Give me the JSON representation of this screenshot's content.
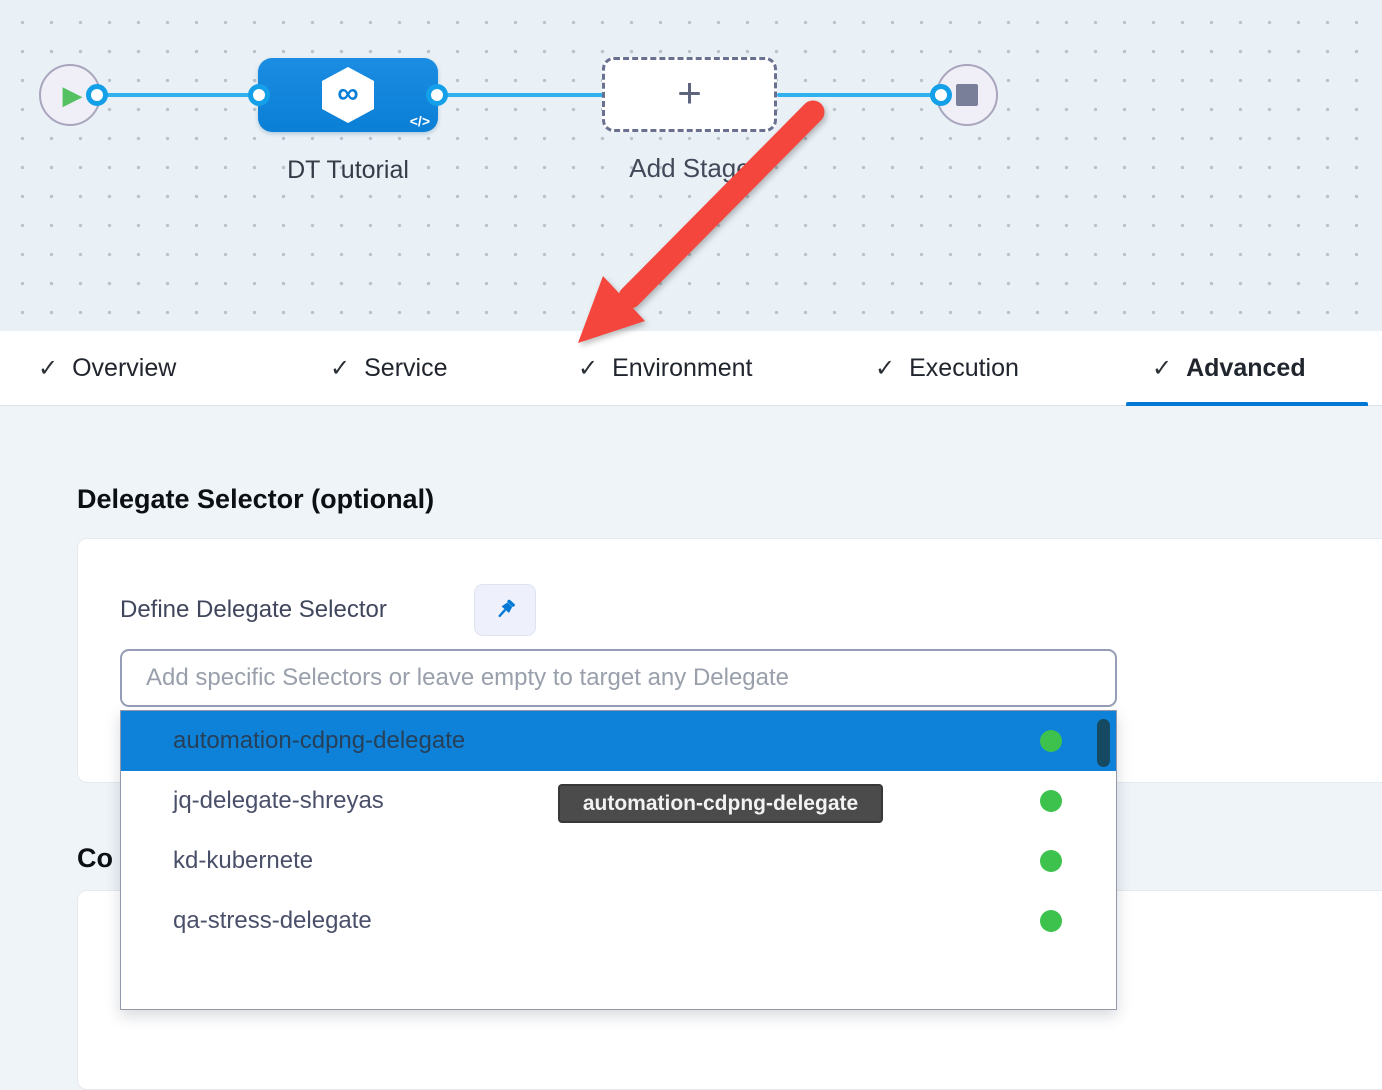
{
  "pipeline": {
    "stage_label": "DT Tutorial",
    "add_stage_label": "Add Stage",
    "icons": {
      "play": "▶",
      "plus": "+",
      "infinity": "∞",
      "code": "</>"
    }
  },
  "tabs": {
    "check_glyph": "✓",
    "active": "Advanced",
    "items": [
      {
        "label": "Overview",
        "checked": true
      },
      {
        "label": "Service",
        "checked": true
      },
      {
        "label": "Environment",
        "checked": true
      },
      {
        "label": "Execution",
        "checked": true
      },
      {
        "label": "Advanced",
        "checked": true
      }
    ]
  },
  "advanced_tab": {
    "section_title": "Delegate Selector (optional)",
    "define_label": "Define Delegate Selector",
    "input_placeholder": "Add specific Selectors or leave empty to target any Delegate",
    "input_value": "",
    "next_section_title_fragment": "Co",
    "dropdown": {
      "items": [
        {
          "name": "automation-cdpng-delegate",
          "selected": true,
          "status": "connected"
        },
        {
          "name": "jq-delegate-shreyas",
          "selected": false,
          "status": "connected"
        },
        {
          "name": "kd-kubernete",
          "selected": false,
          "status": "connected"
        },
        {
          "name": "qa-stress-delegate",
          "selected": false,
          "status": "connected"
        }
      ]
    },
    "tooltip_text": "automation-cdpng-delegate"
  },
  "colors": {
    "accent_blue": "#0278d5",
    "node_blue": "#0d84dc",
    "edge_blue": "#2fb0ef",
    "selected_row_blue": "#0d82d8",
    "status_green": "#3dc24e",
    "arrow_red": "#f5463d",
    "canvas_bg": "#eaf1f6",
    "content_bg": "#eef4f8"
  }
}
